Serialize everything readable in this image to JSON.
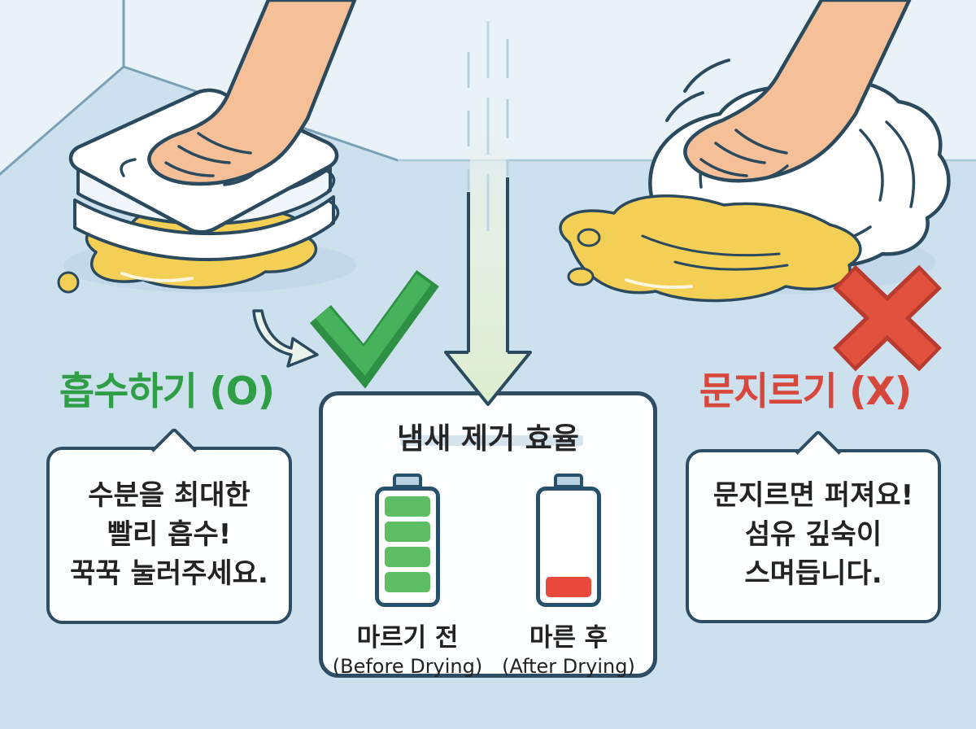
{
  "left": {
    "title": "흡수하기 (O)",
    "title_color": "#2f9e47",
    "mark_icon": "check-icon",
    "bubble_lines": [
      "수분을 최대한",
      "빨리 흡수!",
      "꾹꾹 눌러주세요."
    ]
  },
  "right": {
    "title": "문지르기 (X)",
    "title_color": "#d8473c",
    "mark_icon": "x-icon",
    "bubble_lines": [
      "문지르면 퍼져요!",
      "섬유 깊숙이",
      "스며듭니다."
    ]
  },
  "panel": {
    "title": "냄새 제거 효율",
    "batteries": [
      {
        "label": "마르기 전",
        "sublabel": "(Before Drying)",
        "state": "full",
        "segments": 4,
        "segment_color": "#5cbd63"
      },
      {
        "label": "마른 후",
        "sublabel": "(After Drying)",
        "state": "low",
        "segments": 1,
        "segment_color": "#e8493a"
      }
    ]
  },
  "colors": {
    "wall_background": "#e9f2f8",
    "floor": "#cde0ee",
    "outline_navy": "#2b4a5e",
    "spill_yellow": "#f4cf55",
    "skin": "#f5bf97",
    "towel_white": "#ffffff",
    "check_green": "#47b25c",
    "cross_red": "#e2503e",
    "battery_green": "#5cbd63",
    "battery_red": "#e8493a",
    "battery_cap": "#b8d2e2",
    "title_green": "#2f9e47",
    "title_red": "#d8473c",
    "bubble_border": "#2e4d63"
  }
}
